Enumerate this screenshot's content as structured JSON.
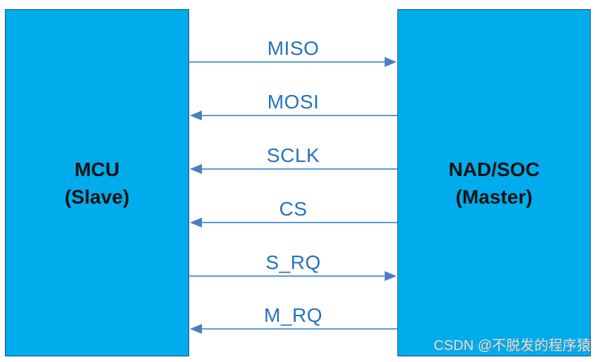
{
  "diagram": {
    "left_box": {
      "title": "MCU",
      "subtitle": "(Slave)"
    },
    "right_box": {
      "title": "NAD/SOC",
      "subtitle": "(Master)"
    },
    "signals": [
      {
        "label": "MISO",
        "direction": "right"
      },
      {
        "label": "MOSI",
        "direction": "left"
      },
      {
        "label": "SCLK",
        "direction": "left"
      },
      {
        "label": "CS",
        "direction": "left"
      },
      {
        "label": "S_RQ",
        "direction": "right"
      },
      {
        "label": "M_RQ",
        "direction": "left"
      }
    ],
    "colors": {
      "box_fill": "#00ACEC",
      "box_border": "#1F4E79",
      "arrow_line": "#5B9BD5",
      "arrow_head": "#4A7EC0",
      "signal_label": "#2573BE",
      "box_text": "#111111",
      "watermark": "#E9E9E9"
    },
    "watermark": "CSDN @不脱发的程序猿"
  }
}
